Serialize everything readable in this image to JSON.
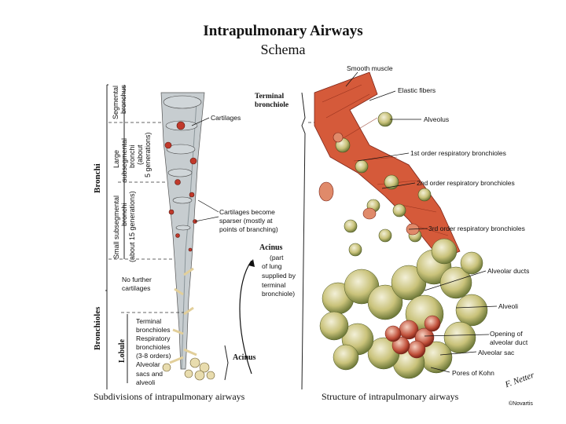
{
  "title": "Intrapulmonary Airways",
  "subtitle": "Schema",
  "left_panel": {
    "group_bronchi": "Bronchi",
    "group_bronchioles": "Bronchioles",
    "group_lobule": "Lobule",
    "segmental": [
      "Segmental",
      "bronchus"
    ],
    "large_sub": [
      "Large",
      "subsegmental",
      "bronchi",
      "(about",
      "5 generations)"
    ],
    "small_sub": [
      "Small subsegmental",
      "bronchi",
      "(about 15 generations)"
    ],
    "cartilages": "Cartilages",
    "terminal_bronchiole": [
      "Terminal",
      "bronchiole"
    ],
    "cartilages_sparser": [
      "Cartilages become",
      "sparser (mostly at",
      "points of branching)"
    ],
    "acinus_head": "Acinus",
    "acinus_desc": [
      "(part",
      "of lung",
      "supplied by",
      "terminal",
      "bronchiole)"
    ],
    "no_further": [
      "No further",
      "cartilages"
    ],
    "lobule_items": [
      "Terminal",
      "bronchioles",
      "Respiratory",
      "bronchioles",
      "(3-8 orders)",
      "Alveolar",
      "sacs and",
      "alveoli"
    ],
    "acinus_bottom": "Acinus",
    "caption": "Subdivisions of intrapulmonary airways"
  },
  "right_panel": {
    "smooth_muscle": "Smooth muscle",
    "elastic_fibers": "Elastic fibers",
    "alveolus": "Alveolus",
    "order1": "1st order respiratory bronchioles",
    "order2": "2nd order respiratory bronchioles",
    "order3": "3rd order respiratory bronchioles",
    "alveolar_ducts": "Alveolar ducts",
    "alveoli": "Alveoli",
    "opening": [
      "Opening of",
      "alveolar duct"
    ],
    "alveolar_sac": "Alveolar sac",
    "pores": "Pores of Kohn",
    "caption": "Structure of intrapulmonary airways"
  },
  "signature": "F. Netter",
  "copyright": "©Novartis",
  "colors": {
    "airway_red": "#c0392b",
    "cartilage": "#b7c0c4",
    "alveolus_yellow": "#d9c77a",
    "dashed_line": "#333333"
  }
}
